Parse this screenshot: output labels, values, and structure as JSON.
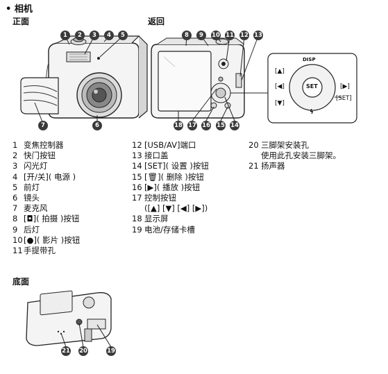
{
  "page_title": "• 相机",
  "views": {
    "front": "正面",
    "back": "返回",
    "bottom": "底面"
  },
  "dpad_labels": {
    "disp": "DISP",
    "up": "[▲]",
    "left": "[◀]",
    "right": "[▶]",
    "down": "[▼]",
    "set": "SET",
    "set_bracket": "[SET]",
    "flash": "ϟ"
  },
  "callouts": [
    "1",
    "2",
    "3",
    "4",
    "5",
    "6",
    "7",
    "8",
    "9",
    "10",
    "11",
    "12",
    "13",
    "14",
    "15",
    "16",
    "17",
    "18",
    "19",
    "20",
    "21"
  ],
  "legend_col1": [
    {
      "n": "1",
      "t": "变焦控制器"
    },
    {
      "n": "2",
      "t": "快门按钮"
    },
    {
      "n": "3",
      "t": "闪光灯"
    },
    {
      "n": "4",
      "t": "[开/关]( 电源 )"
    },
    {
      "n": "5",
      "t": "前灯"
    },
    {
      "n": "6",
      "t": "镜头"
    },
    {
      "n": "7",
      "t": "麦克风"
    },
    {
      "n": "8",
      "t": "[◘]( 拍摄 )按钮"
    },
    {
      "n": "9",
      "t": "后灯"
    },
    {
      "n": "10",
      "t": "[●]( 影片 )按钮"
    },
    {
      "n": "11",
      "t": "手提带孔"
    }
  ],
  "legend_col2": [
    {
      "n": "12",
      "t": "[USB/AV]端口"
    },
    {
      "n": "13",
      "t": "接口盖"
    },
    {
      "n": "14",
      "t": "[SET]( 设置 )按钮"
    },
    {
      "n": "15",
      "t": "[🗑]( 删除 )按钮"
    },
    {
      "n": "16",
      "t": "[▶]( 播放 )按钮"
    },
    {
      "n": "17",
      "t": "控制按钮"
    },
    {
      "n": "17b",
      "t": "([▲] [▼] [◀] [▶])"
    },
    {
      "n": "18",
      "t": "显示屏"
    },
    {
      "n": "19",
      "t": "电池/存储卡槽"
    }
  ],
  "legend_col3": [
    {
      "n": "20",
      "t": "三脚架安装孔"
    },
    {
      "n": "20b",
      "t": "使用此孔安装三脚架。"
    },
    {
      "n": "21",
      "t": "扬声器"
    }
  ]
}
